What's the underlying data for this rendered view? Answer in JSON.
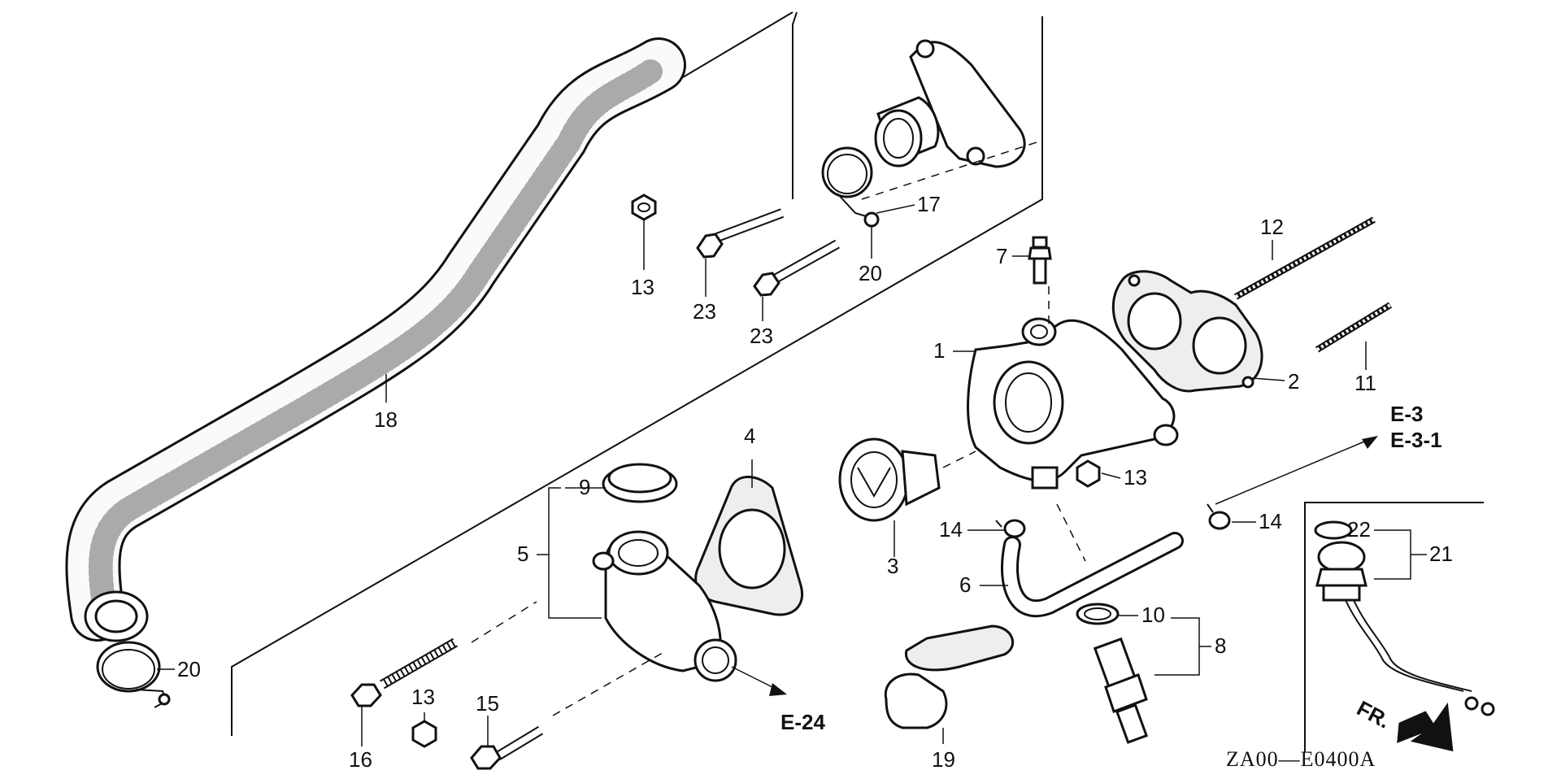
{
  "diagram": {
    "drawing_code": "ZA00—E0400A",
    "front_indicator": "FR.",
    "references": {
      "e3": "E-3",
      "e3_1": "E-3-1",
      "e24": "E-24"
    },
    "callouts": {
      "c1": "1",
      "c2": "2",
      "c3": "3",
      "c4": "4",
      "c5": "5",
      "c6": "6",
      "c7": "7",
      "c8": "8",
      "c9": "9",
      "c10": "10",
      "c11": "11",
      "c12": "12",
      "c13a": "13",
      "c13b": "13",
      "c13c": "13",
      "c14a": "14",
      "c14b": "14",
      "c15": "15",
      "c16": "16",
      "c17": "17",
      "c18": "18",
      "c19": "19",
      "c20a": "20",
      "c20b": "20",
      "c21": "21",
      "c22": "22",
      "c23a": "23",
      "c23b": "23"
    }
  }
}
